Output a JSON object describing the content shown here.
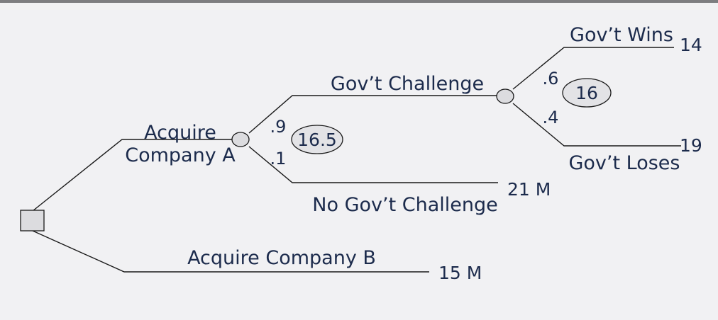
{
  "branches": {
    "acquire_a_line1": "Acquire",
    "acquire_a_line2": "Company A",
    "acquire_b": "Acquire Company B",
    "govt_challenge": "Gov’t Challenge",
    "no_govt_challenge": "No Gov’t Challenge",
    "govt_wins": "Gov’t Wins",
    "govt_loses": "Gov’t Loses"
  },
  "probabilities": {
    "challenge": ".9",
    "no_challenge": ".1",
    "wins": ".6",
    "loses": ".4"
  },
  "payoffs": {
    "govt_wins": "14",
    "govt_loses": "19",
    "no_challenge": "21 M",
    "acquire_b": "15 M"
  },
  "expected_values": {
    "acquire_a_node": "16.5",
    "challenge_node": "16"
  }
}
